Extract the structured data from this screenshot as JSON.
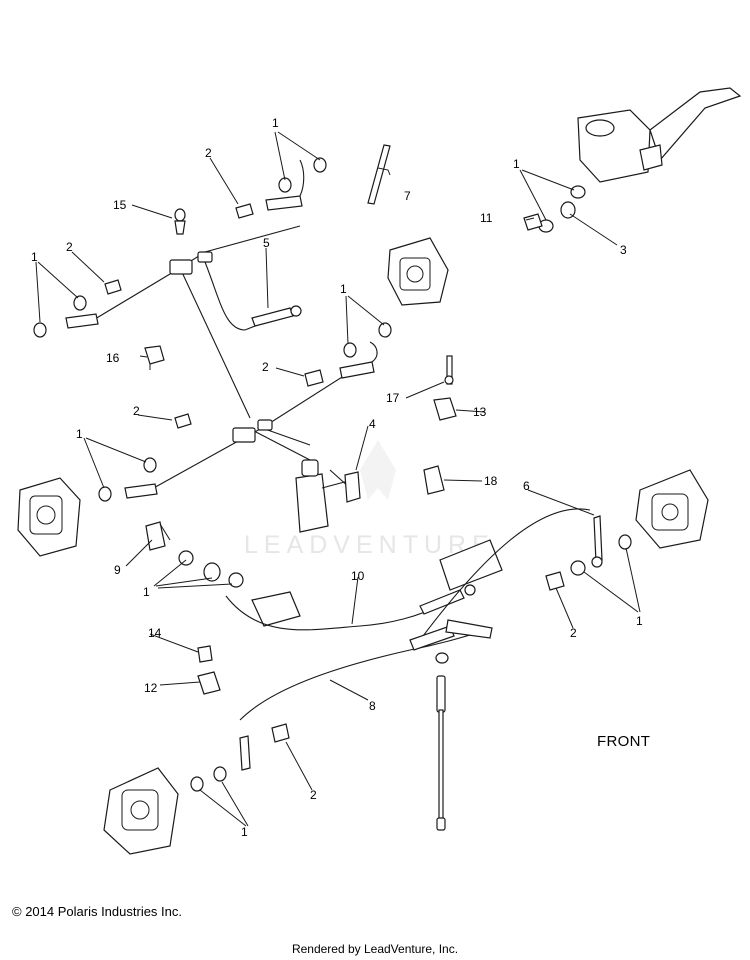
{
  "watermark": {
    "text": "LEADVENTURE"
  },
  "front_label": "FRONT",
  "copyright": "© 2014 Polaris Industries Inc.",
  "rendered_by": "Rendered by LeadVenture, Inc.",
  "callouts": {
    "c1a": "1",
    "c1b": "1",
    "c1c": "1",
    "c1d": "1",
    "c1e": "1",
    "c1f": "1",
    "c1g": "1",
    "c1h": "1",
    "c2a": "2",
    "c2b": "2",
    "c2c": "2",
    "c2d": "2",
    "c2e": "2",
    "c2f": "2",
    "c3": "3",
    "c4": "4",
    "c5": "5",
    "c6": "6",
    "c7": "7",
    "c8": "8",
    "c9": "9",
    "c10": "10",
    "c11": "11",
    "c12": "12",
    "c13": "13",
    "c14": "14",
    "c15": "15",
    "c16": "16",
    "c17": "17",
    "c18": "18"
  }
}
